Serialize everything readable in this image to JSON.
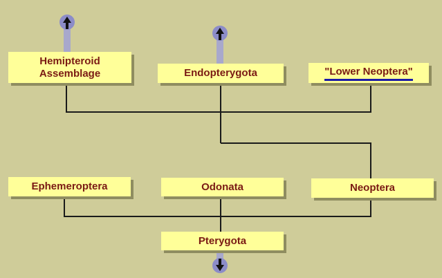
{
  "colors": {
    "background": "#cfcc99",
    "box_fill": "#ffff99",
    "box_shadow": "#8f8d60",
    "label_text": "#7a1a14",
    "link_underline": "#1a1aa8",
    "branch_line": "#1a1a1a",
    "arrow_stem": "#a8a8cc",
    "arrow_circle": "#8c8cc8"
  },
  "taxa": {
    "hemipteroid": "Hemipteroid\nAssemblage",
    "endopterygota": "Endopterygota",
    "lower_neoptera": "\"Lower Neoptera\"",
    "ephemeroptera": "Ephemeroptera",
    "odonata": "Odonata",
    "neoptera": "Neoptera",
    "pterygota": "Pterygota"
  },
  "icons": {
    "up_arrow": "arrow-up-icon",
    "down_arrow": "arrow-down-icon"
  }
}
